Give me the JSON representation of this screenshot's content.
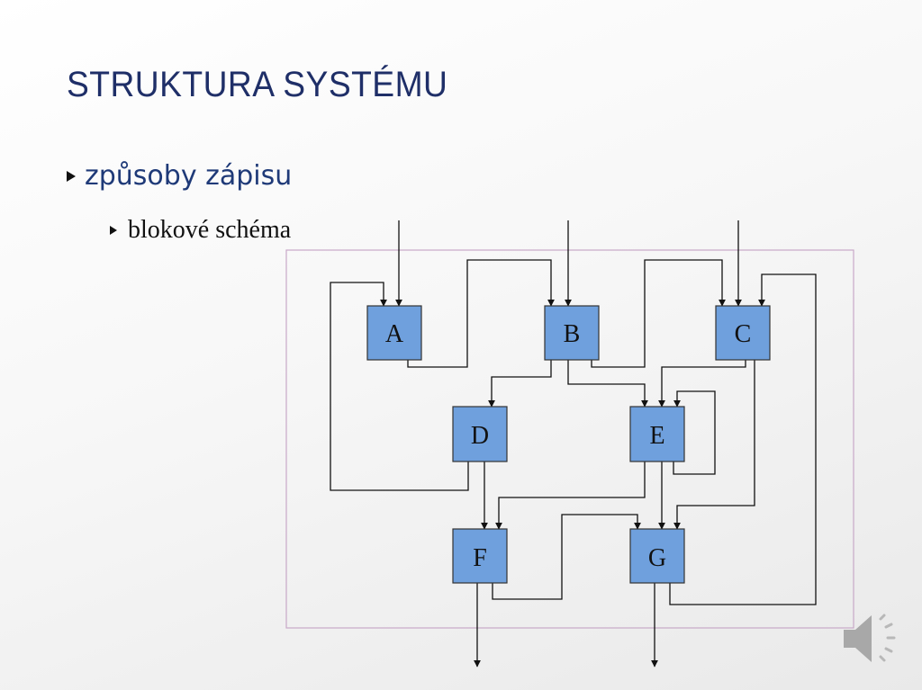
{
  "slide": {
    "title": "STRUKTURA SYSTÉMU",
    "bullet_1": "způsoby zápisu",
    "bullet_2": "blokové schéma"
  },
  "diagram": {
    "blocks": [
      {
        "id": "A",
        "label": "A"
      },
      {
        "id": "B",
        "label": "B"
      },
      {
        "id": "C",
        "label": "C"
      },
      {
        "id": "D",
        "label": "D"
      },
      {
        "id": "E",
        "label": "E"
      },
      {
        "id": "F",
        "label": "F"
      },
      {
        "id": "G",
        "label": "G"
      }
    ],
    "colors": {
      "block_fill": "#6fa0dd",
      "block_stroke": "#333333",
      "line": "#111111",
      "frame": "#c8a8c8"
    }
  },
  "icons": {
    "audio": "speaker-icon"
  }
}
